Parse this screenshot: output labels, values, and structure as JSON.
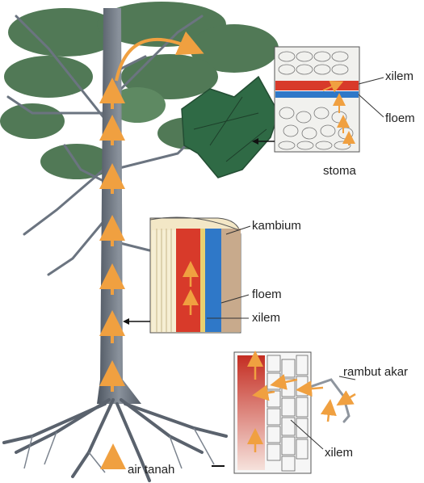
{
  "labels": {
    "leaf_xylem": "xilem",
    "leaf_phloem": "floem",
    "stoma": "stoma",
    "cambium": "kambium",
    "stem_phloem": "floem",
    "stem_xylem": "xilem",
    "root_hair": "rambut akar",
    "root_xylem": "xilem",
    "groundwater": "air tanah"
  },
  "colors": {
    "arrow": "#f0a040",
    "trunk": "#6b7480",
    "foliage": "#3f6b44",
    "xylem": "#d83a2a",
    "phloem": "#2f78c8",
    "cambium": "#e8d070"
  }
}
